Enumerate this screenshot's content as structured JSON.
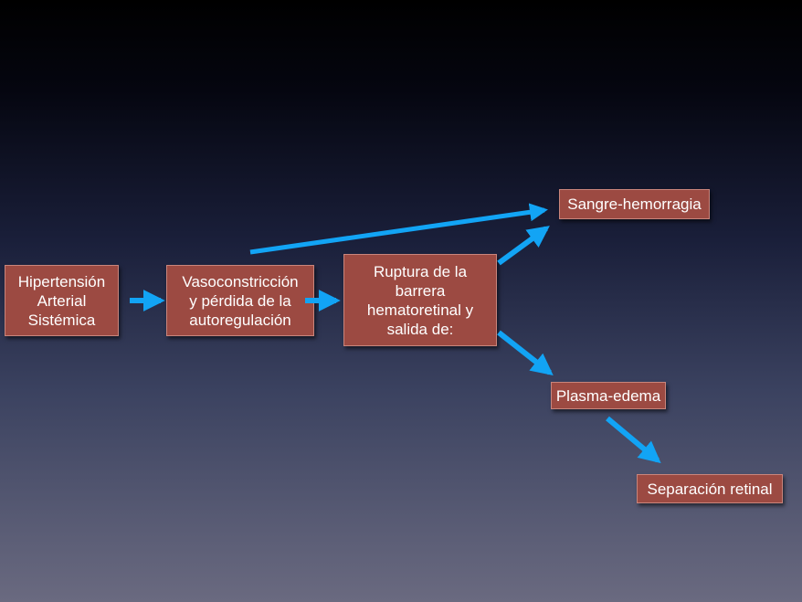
{
  "nodes": {
    "hipertension": "Hipertensión\nArterial\nSistémica",
    "vasoconstriccion": "Vasoconstricción\ny pérdida de la\nautoregulación",
    "ruptura": "Ruptura de la\nbarrera\nhematoretinal y\nsalida de:",
    "sangre": "Sangre-hemorragia",
    "plasma": "Plasma-edema",
    "separacion": "Separación retinal"
  },
  "colors": {
    "box_fill": "#9c4a42",
    "arrow": "#12a4f5"
  }
}
